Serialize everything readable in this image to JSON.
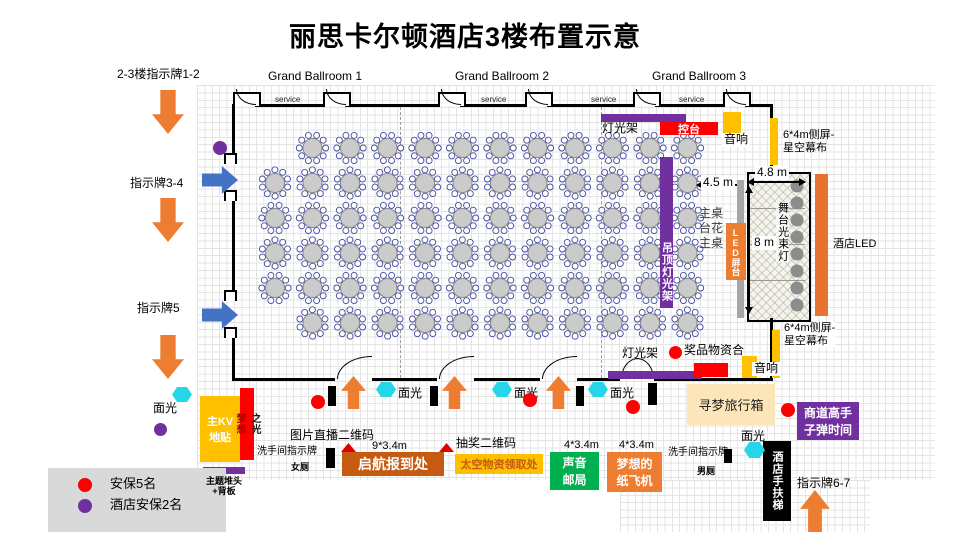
{
  "title": "丽思卡尔顿酒店3楼布置示意",
  "ballrooms": {
    "b1": "Grand Ballroom 1",
    "b2": "Grand Ballroom 2",
    "b3": "Grand Ballroom 3"
  },
  "service": "service",
  "left_signs": {
    "sign12": "2-3楼指示牌1-2",
    "sign34": "指示牌3-4",
    "sign5": "指示牌5"
  },
  "face_light": "面光",
  "top_area": {
    "truss": "灯光架",
    "console": "控台",
    "speaker": "音响",
    "side_screen_line1": "6*4m侧屏-",
    "side_screen_line2": "星空幕布"
  },
  "stage_area": {
    "ceiling_truss": "吊顶灯光架",
    "head_table_top": "主桌",
    "table_flower": "台花",
    "head_table_bottom": "主桌",
    "led_stand": "LED屏台",
    "beam_lights": "舞台光束灯",
    "hotel_led": "酒店LED",
    "dim_45": "4.5 m",
    "dim_48": "4.8 m",
    "dim_8": "8 m"
  },
  "bottom_area": {
    "truss": "灯光架",
    "prize_desk": "奖品物资合",
    "speaker": "音响",
    "side_screen_line1": "6*4m侧屏-",
    "side_screen_line2": "星空幕布",
    "dream_case": "寻梦旅行箱",
    "bullet_line1": "商道高手",
    "bullet_line2": "子弹时间"
  },
  "booths": {
    "kv_line1": "主KV",
    "kv_line2": "地贴",
    "light_dim": "梦想",
    "light_vis": "之光",
    "theme_line1": "主题堆头",
    "theme_line2": "+背板",
    "photo_qr": "图片直播二维码",
    "wc_sign": "洗手间指示牌",
    "female": "女厕",
    "male": "男厕",
    "reg_dim": "9*3.4m",
    "registration": "启航报到处",
    "lottery_qr": "抽奖二维码",
    "supply_desk": "太空物资领取处",
    "dim_434": "4*3.4m",
    "voice_line1": "声音",
    "voice_line2": "邮局",
    "plane_line1": "梦想的",
    "plane_line2": "纸飞机",
    "escalator": "酒店手扶梯",
    "sign67": "指示牌6-7"
  },
  "legend": {
    "security": "安保5名",
    "hotel_security": "酒店安保2名"
  },
  "colors": {
    "orange": "#ED7D31",
    "blue": "#4472C4",
    "purple": "#7030A0",
    "red": "#FF0000",
    "yellow": "#FFC000",
    "dark_orange": "#C55A11",
    "green": "#00B050",
    "cyan": "#24D6E8",
    "tan": "#FCE5B8"
  },
  "floor": {
    "table_rows": [
      11,
      12,
      12,
      12,
      12,
      11
    ],
    "stage_light_count": 8
  }
}
